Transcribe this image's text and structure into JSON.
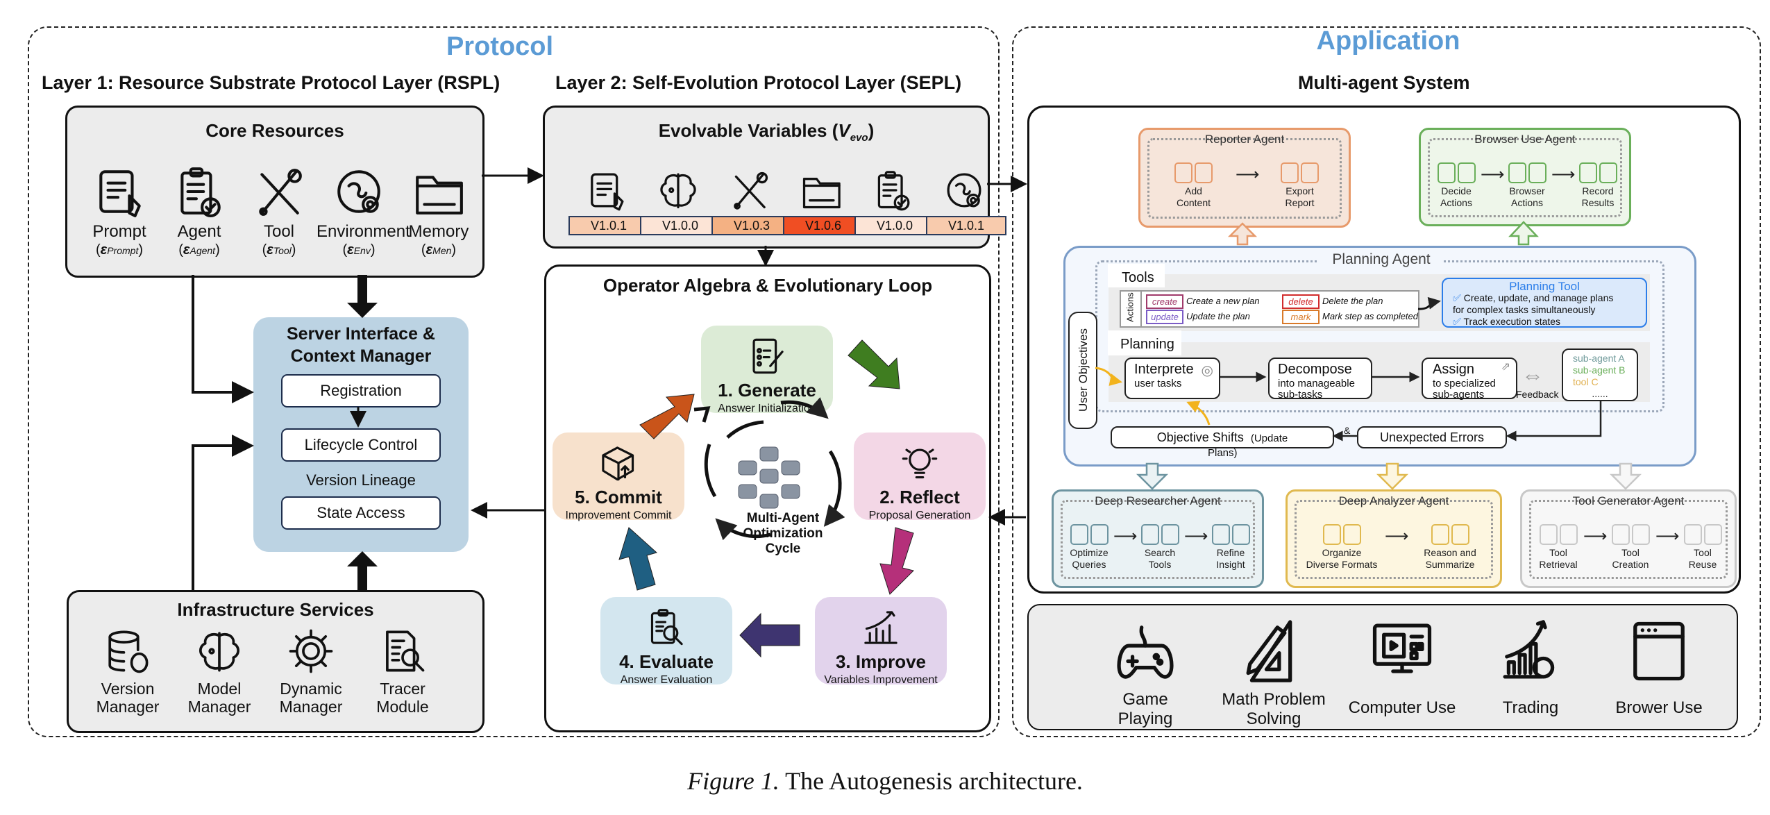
{
  "protocol": {
    "title": "Protocol",
    "layer1_title": "Layer 1: Resource Substrate Protocol Layer (RSPL)",
    "layer2_title": "Layer 2: Self-Evolution Protocol Layer (SEPL)",
    "core_resources": {
      "title": "Core Resources",
      "items": [
        {
          "label": "Prompt",
          "symbol": "ε",
          "subscript": "Prompt",
          "icon": "document-pencil-icon"
        },
        {
          "label": "Agent",
          "symbol": "ε",
          "subscript": "Agent",
          "icon": "clipboard-check-icon"
        },
        {
          "label": "Tool",
          "symbol": "ε",
          "subscript": "Tool",
          "icon": "wrench-screwdriver-icon"
        },
        {
          "label": "Environment",
          "symbol": "ε",
          "subscript": "Env",
          "icon": "globe-gear-icon"
        },
        {
          "label": "Memory",
          "symbol": "ε",
          "subscript": "Men",
          "icon": "folder-icon"
        }
      ]
    },
    "evolvable": {
      "title_prefix": "Evolvable Variables (",
      "title_var": "V",
      "title_sub": "evo",
      "title_suffix": ")",
      "items": [
        {
          "icon": "document-pencil-icon",
          "version": "V1.0.1",
          "color": "#f8cbad"
        },
        {
          "icon": "brain-icon",
          "version": "V1.0.0",
          "color": "#fce4d6"
        },
        {
          "icon": "wrench-screwdriver-icon",
          "version": "V1.0.3",
          "color": "#f4b183"
        },
        {
          "icon": "folder-icon",
          "version": "V1.0.6",
          "color": "#f04e23"
        },
        {
          "icon": "clipboard-check-icon",
          "version": "V1.0.0",
          "color": "#fce4d6"
        },
        {
          "icon": "globe-gear-icon",
          "version": "V1.0.1",
          "color": "#f8cbad"
        }
      ]
    },
    "server": {
      "title_line1": "Server Interface &",
      "title_line2": "Context Manager",
      "registration": "Registration",
      "lifecycle": "Lifecycle Control",
      "version_lineage": "Version Lineage",
      "state_access": "State Access"
    },
    "infrastructure": {
      "title": "Infrastructure Services",
      "items": [
        {
          "line1": "Version",
          "line2": "Manager",
          "icon": "database-icon"
        },
        {
          "line1": "Model",
          "line2": "Manager",
          "icon": "brain-icon"
        },
        {
          "line1": "Dynamic",
          "line2": "Manager",
          "icon": "gear-wrench-icon"
        },
        {
          "line1": "Tracer",
          "line2": "Module",
          "icon": "document-search-icon"
        }
      ]
    },
    "loop": {
      "title": "Operator Algebra & Evolutionary Loop",
      "center_line1": "Multi-Agent",
      "center_line2": "Optimization",
      "center_line3": "Cycle",
      "nodes": [
        {
          "title": "1. Generate",
          "subtitle": "Answer Initialization",
          "color": "#dcebd6",
          "icon": "checklist-pen-icon"
        },
        {
          "title": "2. Reflect",
          "subtitle": "Proposal Generation",
          "color": "#f3d7e6",
          "icon": "lightbulb-icon"
        },
        {
          "title": "3. Improve",
          "subtitle": "Variables Improvement",
          "color": "#e2d3ec",
          "icon": "bar-chart-up-icon"
        },
        {
          "title": "4. Evaluate",
          "subtitle": "Answer Evaluation",
          "color": "#d3e6ef",
          "icon": "clipboard-search-icon"
        },
        {
          "title": "5. Commit",
          "subtitle": "Improvement Commit",
          "color": "#f7e1cc",
          "icon": "box-upload-icon"
        }
      ],
      "arrow_colors": [
        "#3f7d20",
        "#b5307a",
        "#3e3470",
        "#1f5f82",
        "#c9541a"
      ]
    }
  },
  "application": {
    "title": "Application",
    "system_title": "Multi-agent System",
    "reporter": {
      "title": "Reporter Agent",
      "steps": [
        "Add\nContent",
        "Export\nReport"
      ],
      "color": "#e79a6b",
      "bg": "#f6e5da"
    },
    "browser": {
      "title": "Browser Use Agent",
      "steps": [
        "Decide\nActions",
        "Browser\nActions",
        "Record\nResults"
      ],
      "color": "#6aaf5a",
      "bg": "#eef6ea"
    },
    "planning": {
      "title": "Planning Agent",
      "user_objectives": "User Objectives",
      "tools_label": "Tools",
      "actions_label": "Actions",
      "actions": [
        {
          "tag": "create",
          "desc": "Create a new plan",
          "color": "#a03a6b"
        },
        {
          "tag": "delete",
          "desc": "Delete the plan",
          "color": "#d12c2c"
        },
        {
          "tag": "update",
          "desc": "Update the plan",
          "color": "#7b5cc6"
        },
        {
          "tag": "mark",
          "desc": "Mark step as completed",
          "color": "#d97a2a"
        }
      ],
      "planning_tool": {
        "title": "Planning Tool",
        "line1": "Create, update, and manage plans",
        "line2": "for complex tasks simultaneously",
        "line3": "Track execution states"
      },
      "planning_label": "Planning",
      "interpret": {
        "title": "Interprete",
        "sub": "user tasks"
      },
      "decompose": {
        "title": "Decompose",
        "sub1": "into manageable",
        "sub2": "sub-tasks"
      },
      "assign": {
        "title": "Assign",
        "sub1": "to specialized",
        "sub2": "sub-agents"
      },
      "feedback": "Feedback",
      "subagents": [
        {
          "label": "sub-agent A",
          "color": "#6f9a9a"
        },
        {
          "label": "sub-agent B",
          "color": "#6aaf5a"
        },
        {
          "label": "tool C",
          "color": "#e0b050"
        },
        {
          "label": "......",
          "color": "#222222"
        }
      ],
      "objective_shifts": "Objective Shifts",
      "update_plans_1": "(Update",
      "update_plans_2": "Plans)",
      "and_symbol": "&",
      "unexpected_errors": "Unexpected Errors"
    },
    "researcher": {
      "title": "Deep Researcher Agent",
      "steps": [
        "Optimize\nQueries",
        "Search\nTools",
        "Refine\nInsight"
      ],
      "color": "#6d94a0",
      "bg": "#eaf2f4"
    },
    "analyzer": {
      "title": "Deep Analyzer Agent",
      "steps": [
        "Organize\nDiverse Formats",
        "Reason and\nSummarize"
      ],
      "color": "#e0b94f",
      "bg": "#fdf6e0"
    },
    "toolgen": {
      "title": "Tool Generator Agent",
      "steps": [
        "Tool\nRetrieval",
        "Tool\nCreation",
        "Tool\nReuse"
      ],
      "color": "#c8c8c8",
      "bg": "#f7f7f7"
    },
    "apps": [
      {
        "line1": "Game",
        "line2": "Playing",
        "icon": "gamepad-icon"
      },
      {
        "line1": "Math Problem",
        "line2": "Solving",
        "icon": "ruler-pencil-icon"
      },
      {
        "line1": "Computer Use",
        "line2": "",
        "icon": "monitor-icon"
      },
      {
        "line1": "Trading",
        "line2": "",
        "icon": "chart-yen-icon"
      },
      {
        "line1": "Brower Use",
        "line2": "",
        "icon": "browser-window-icon"
      }
    ]
  },
  "caption": {
    "label": "Figure 1.",
    "text": " The Autogenesis architecture."
  }
}
